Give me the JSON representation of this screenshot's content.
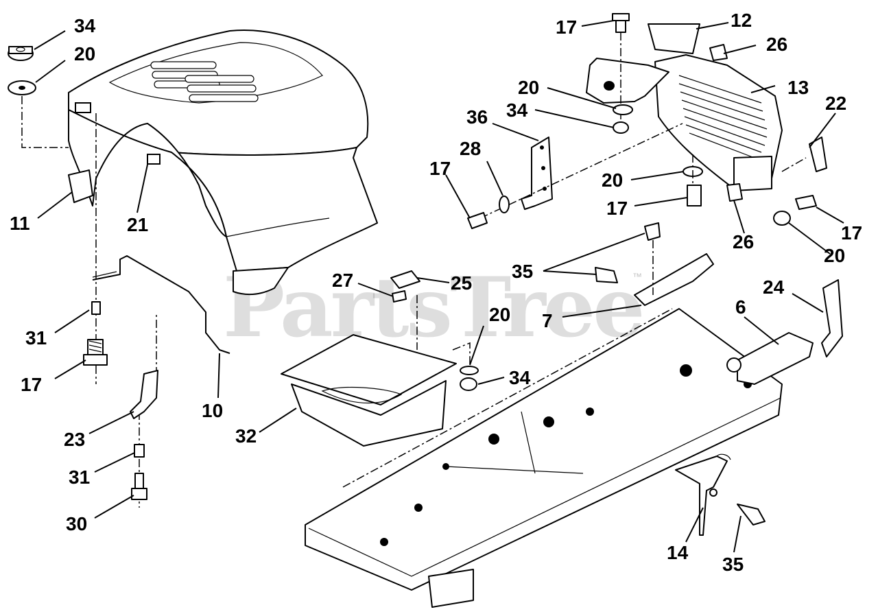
{
  "watermark": {
    "text": "PartsTree",
    "mark": "™"
  },
  "callouts": [
    {
      "id": "c-34-a",
      "label": "34"
    },
    {
      "id": "c-20-a",
      "label": "20"
    },
    {
      "id": "c-11",
      "label": "11"
    },
    {
      "id": "c-21",
      "label": "21"
    },
    {
      "id": "c-31-a",
      "label": "31"
    },
    {
      "id": "c-17-a",
      "label": "17"
    },
    {
      "id": "c-10",
      "label": "10"
    },
    {
      "id": "c-23",
      "label": "23"
    },
    {
      "id": "c-31-b",
      "label": "31"
    },
    {
      "id": "c-30",
      "label": "30"
    },
    {
      "id": "c-17-b",
      "label": "17"
    },
    {
      "id": "c-12",
      "label": "12"
    },
    {
      "id": "c-26-a",
      "label": "26"
    },
    {
      "id": "c-13",
      "label": "13"
    },
    {
      "id": "c-20-b",
      "label": "20"
    },
    {
      "id": "c-34-b",
      "label": "34"
    },
    {
      "id": "c-36",
      "label": "36"
    },
    {
      "id": "c-22",
      "label": "22"
    },
    {
      "id": "c-28",
      "label": "28"
    },
    {
      "id": "c-17-c",
      "label": "17"
    },
    {
      "id": "c-20-c",
      "label": "20"
    },
    {
      "id": "c-17-d",
      "label": "17"
    },
    {
      "id": "c-26-b",
      "label": "26"
    },
    {
      "id": "c-17-e",
      "label": "17"
    },
    {
      "id": "c-20-d",
      "label": "20"
    },
    {
      "id": "c-35-a",
      "label": "35"
    },
    {
      "id": "c-27",
      "label": "27"
    },
    {
      "id": "c-25",
      "label": "25"
    },
    {
      "id": "c-24",
      "label": "24"
    },
    {
      "id": "c-7",
      "label": "7"
    },
    {
      "id": "c-6",
      "label": "6"
    },
    {
      "id": "c-20-e",
      "label": "20"
    },
    {
      "id": "c-34-c",
      "label": "34"
    },
    {
      "id": "c-32",
      "label": "32"
    },
    {
      "id": "c-14",
      "label": "14"
    },
    {
      "id": "c-35-b",
      "label": "35"
    }
  ]
}
